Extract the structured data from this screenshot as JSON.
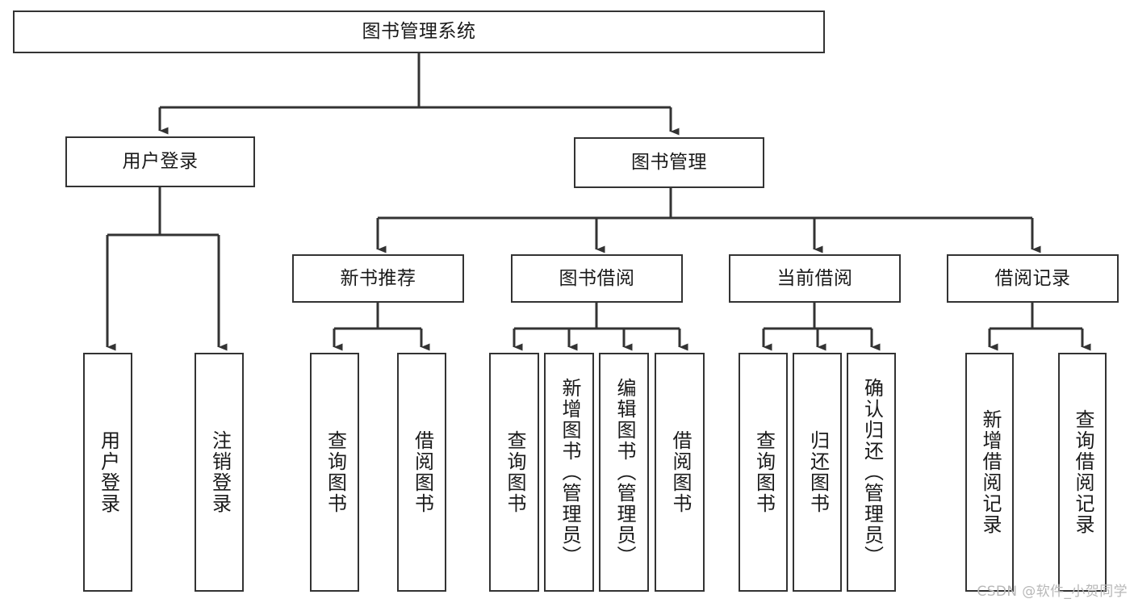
{
  "diagram": {
    "title": "图书管理系统",
    "type": "tree-hierarchy",
    "orientation": "top-down",
    "stroke_color": "#333333",
    "fill_color": "#ffffff",
    "text_color": "#1a1a1a",
    "watermark": "CSDN @软件_小贺同学"
  },
  "nodes": {
    "root": {
      "label": "图书管理系统"
    },
    "level2": [
      {
        "label": "用户登录"
      },
      {
        "label": "图书管理"
      }
    ],
    "level3": [
      {
        "label": "新书推荐"
      },
      {
        "label": "图书借阅"
      },
      {
        "label": "当前借阅"
      },
      {
        "label": "借阅记录"
      }
    ],
    "leaves": {
      "user_login": [
        {
          "label": "用户登录"
        },
        {
          "label": "注销登录"
        }
      ],
      "new_book_recommend": [
        {
          "label": "查询图书"
        },
        {
          "label": "借阅图书"
        }
      ],
      "book_borrow": [
        {
          "label": "查询图书"
        },
        {
          "label": "新增图书（管理员）"
        },
        {
          "label": "编辑图书（管理员）"
        },
        {
          "label": "借阅图书"
        }
      ],
      "current_borrow": [
        {
          "label": "查询图书"
        },
        {
          "label": "归还图书"
        },
        {
          "label": "确认归还（管理员）"
        }
      ],
      "borrow_record": [
        {
          "label": "新增借阅记录"
        },
        {
          "label": "查询借阅记录"
        }
      ]
    }
  }
}
